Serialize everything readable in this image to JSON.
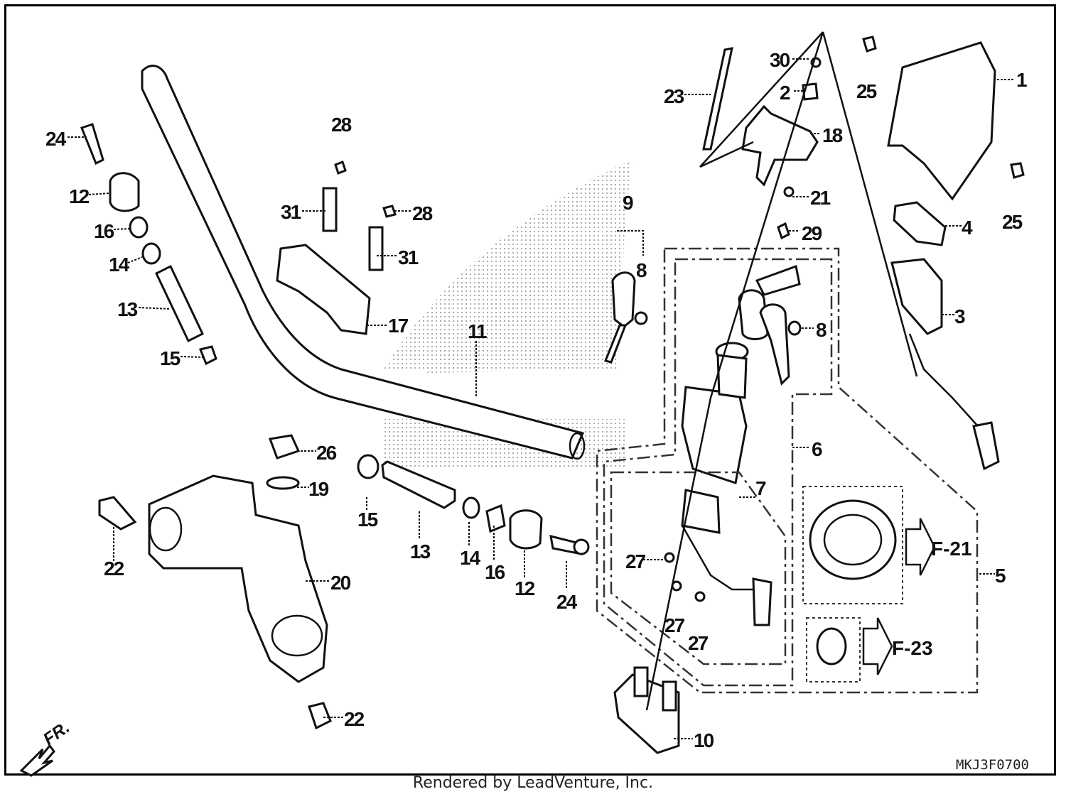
{
  "diagram": {
    "callouts": [
      "1",
      "2",
      "3",
      "4",
      "5",
      "6",
      "7",
      "8",
      "8",
      "9",
      "10",
      "11",
      "12",
      "12",
      "13",
      "13",
      "14",
      "14",
      "15",
      "15",
      "16",
      "16",
      "17",
      "18",
      "19",
      "20",
      "21",
      "22",
      "22",
      "23",
      "24",
      "24",
      "25",
      "25",
      "26",
      "27",
      "27",
      "27",
      "28",
      "28",
      "29",
      "30",
      "31",
      "31"
    ],
    "ref_1": "F-21",
    "ref_2": "F-23",
    "fr_label": "FR.",
    "code": "MKJ3F0700"
  },
  "footer": {
    "credit": "Rendered by LeadVenture, Inc."
  }
}
